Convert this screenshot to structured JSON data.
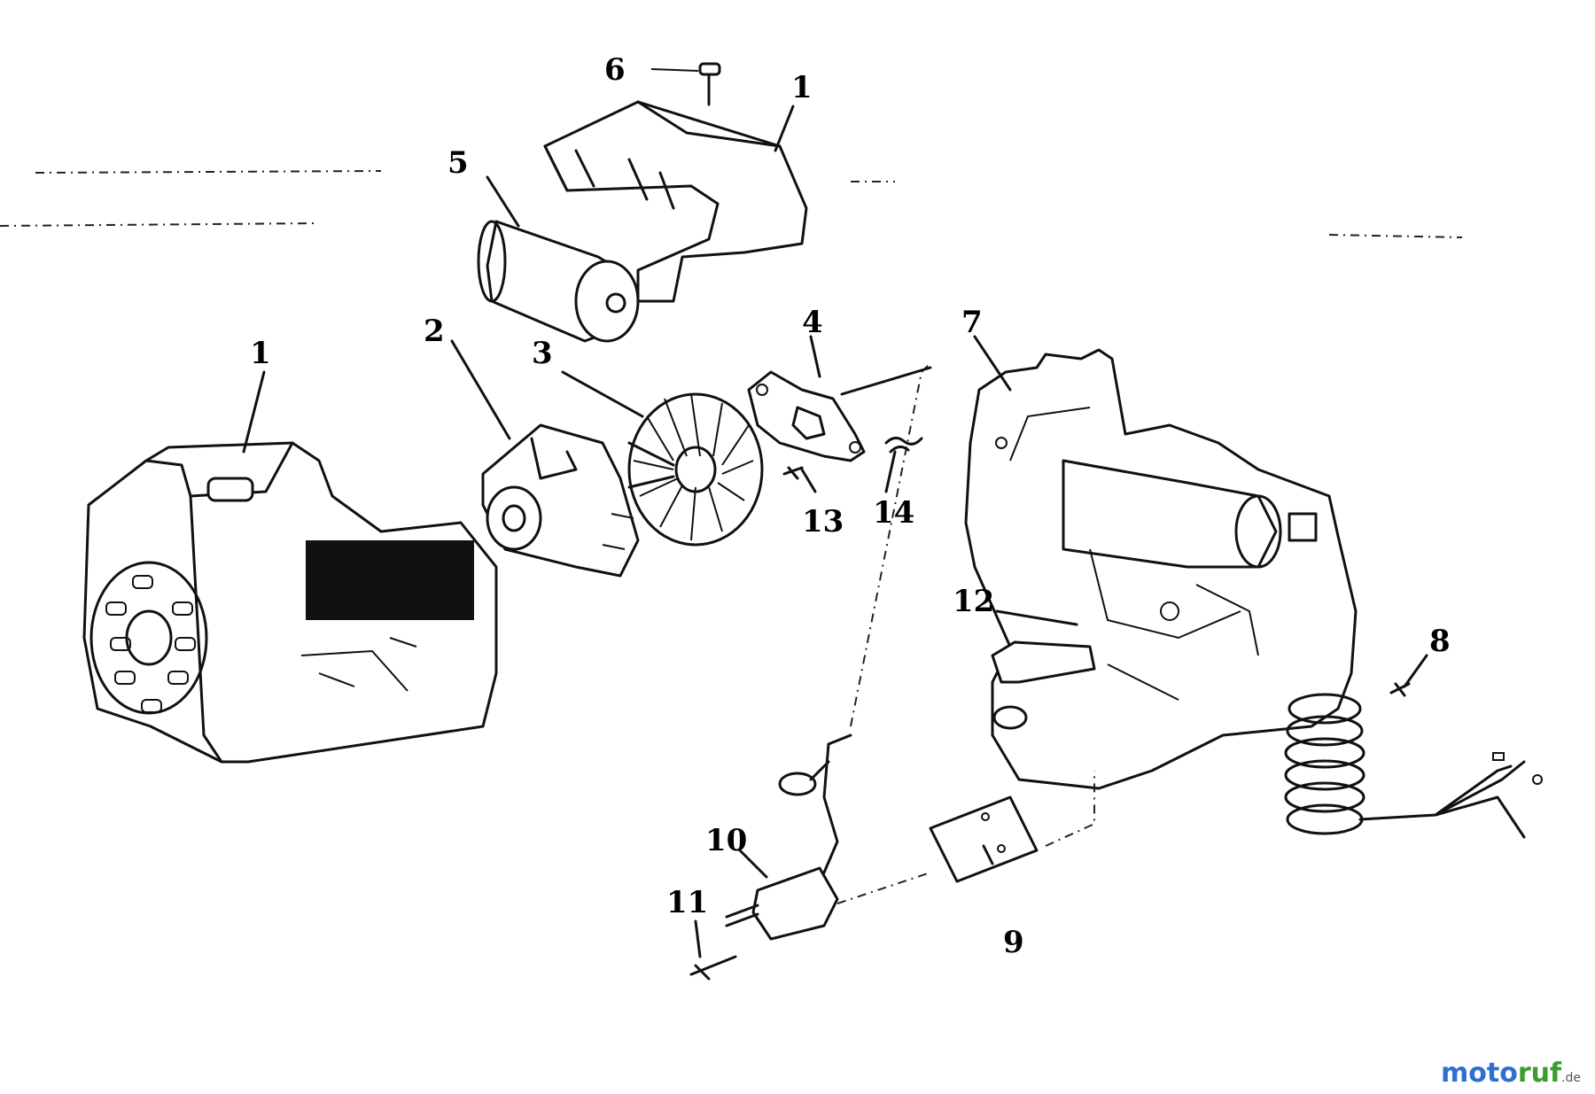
{
  "callouts": {
    "c1_left": "1",
    "c1_top": "1",
    "c2": "2",
    "c3": "3",
    "c4": "4",
    "c5": "5",
    "c6": "6",
    "c7": "7",
    "c8": "8",
    "c9": "9",
    "c10": "10",
    "c11": "11",
    "c12": "12",
    "c13": "13",
    "c14": "14"
  },
  "watermark": {
    "part1": "moto",
    "part2": "ruf",
    "tld": ".de"
  }
}
